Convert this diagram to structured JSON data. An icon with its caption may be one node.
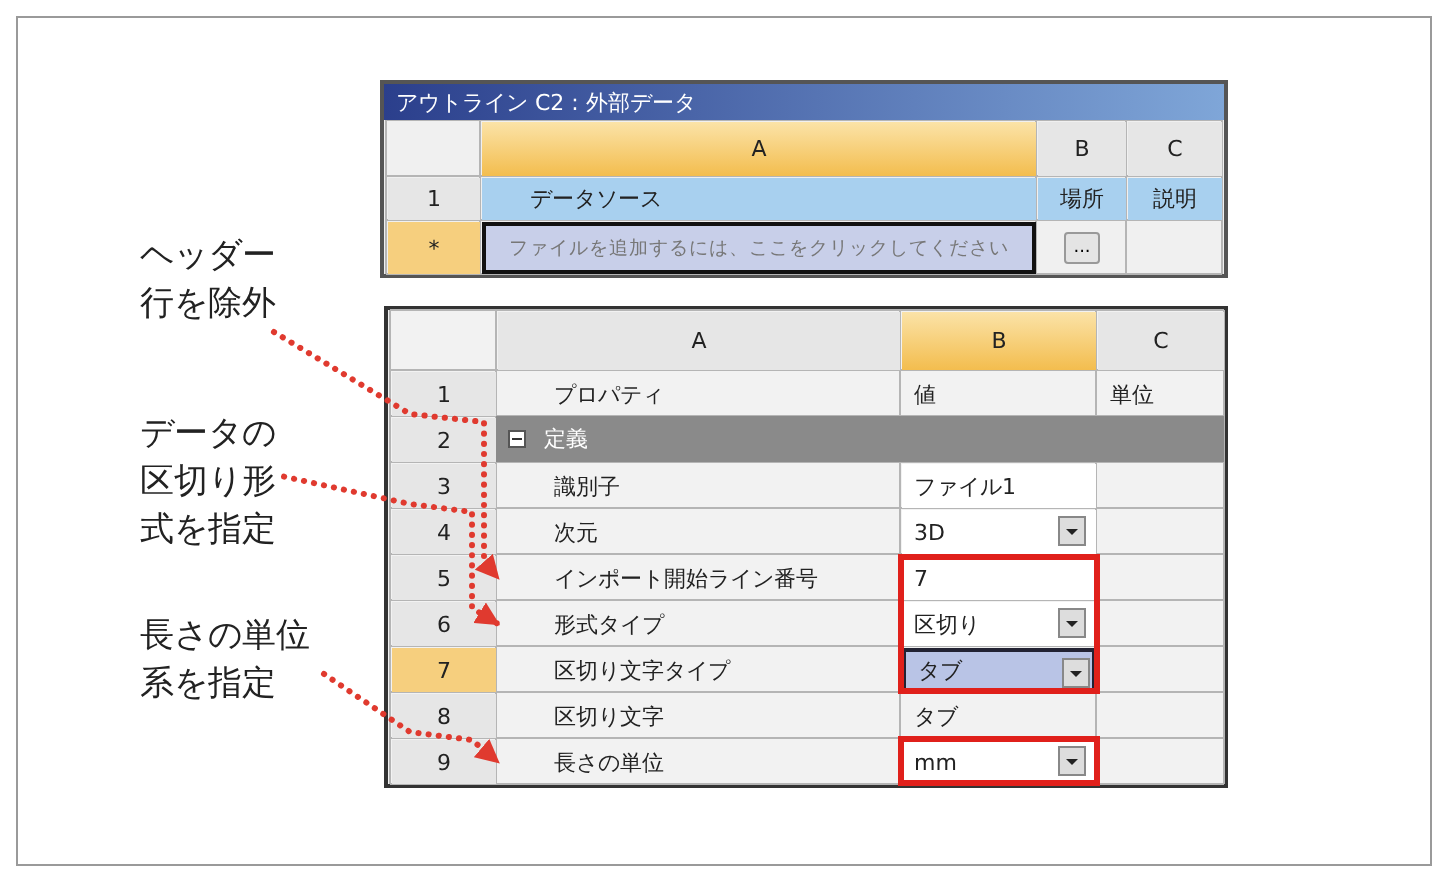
{
  "diagram": {
    "nodes": [
      {
        "text": [
          "ヘッダー行を除外"
        ]
      },
      {
        "text": [
          "データの区切り形式を指定"
        ]
      },
      {
        "text": [
          "長さの単位系を指定"
        ]
      },
      {
        "text": [
          "インポート開始ライン番号"
        ]
      },
      {
        "text": [
          "形式タイプ"
        ]
      },
      {
        "text": [
          "長さの単位"
        ]
      }
    ],
    "edges": [
      {
        "from": 0,
        "to": 3,
        "arrow": "to",
        "style": "dashed",
        "color": "#e03a2f"
      },
      {
        "from": 1,
        "to": 4,
        "arrow": "to",
        "style": "dashed",
        "color": "#e03a2f"
      },
      {
        "from": 2,
        "to": 5,
        "arrow": "to",
        "style": "dashed",
        "color": "#e03a2f"
      }
    ],
    "labels": [
      "アウトライン C2 : 外部データ",
      "A",
      "B",
      "C",
      "1",
      "データソース",
      "場所",
      "説明",
      "*",
      "ファイルを追加するには、ここをクリックしてください",
      "...",
      "A",
      "B",
      "C",
      "1",
      "プロパティ",
      "値",
      "単位",
      "2",
      "定義",
      "3",
      "識別子",
      "ファイル1",
      "4",
      "次元",
      "3D",
      "5",
      "7",
      "6",
      "区切り",
      "7",
      "区切り文字タイプ",
      "タブ",
      "8",
      "区切り文字",
      "タブ",
      "9",
      "mm"
    ]
  }
}
